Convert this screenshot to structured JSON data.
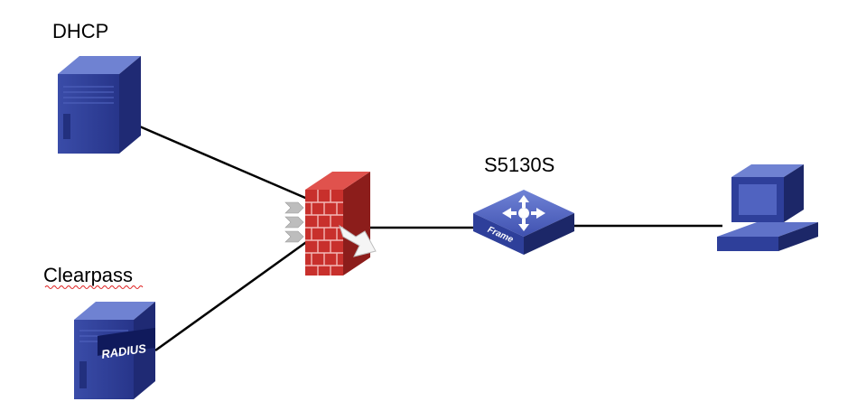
{
  "nodes": {
    "dhcp": {
      "label": "DHCP",
      "icon": "server-tower-icon"
    },
    "clearpass": {
      "label": "Clearpass",
      "icon": "radius-server-icon",
      "badge": "RADIUS"
    },
    "firewall": {
      "icon": "firewall-brick-icon"
    },
    "switch": {
      "label": "S5130S",
      "icon": "switch-icon",
      "badge": "Frame"
    },
    "pc": {
      "icon": "desktop-computer-icon"
    }
  },
  "links": [
    {
      "from": "dhcp",
      "to": "firewall"
    },
    {
      "from": "clearpass",
      "to": "firewall"
    },
    {
      "from": "firewall",
      "to": "switch"
    },
    {
      "from": "switch",
      "to": "pc"
    }
  ],
  "colors": {
    "device_blue": "#2e3f9a",
    "device_blue_light": "#5f72c8",
    "device_blue_dark": "#1c2768",
    "firewall_red": "#c8302c",
    "firewall_red_dark": "#8c1d1b",
    "link": "#000000",
    "spellcheck_underline": "#e02020"
  }
}
